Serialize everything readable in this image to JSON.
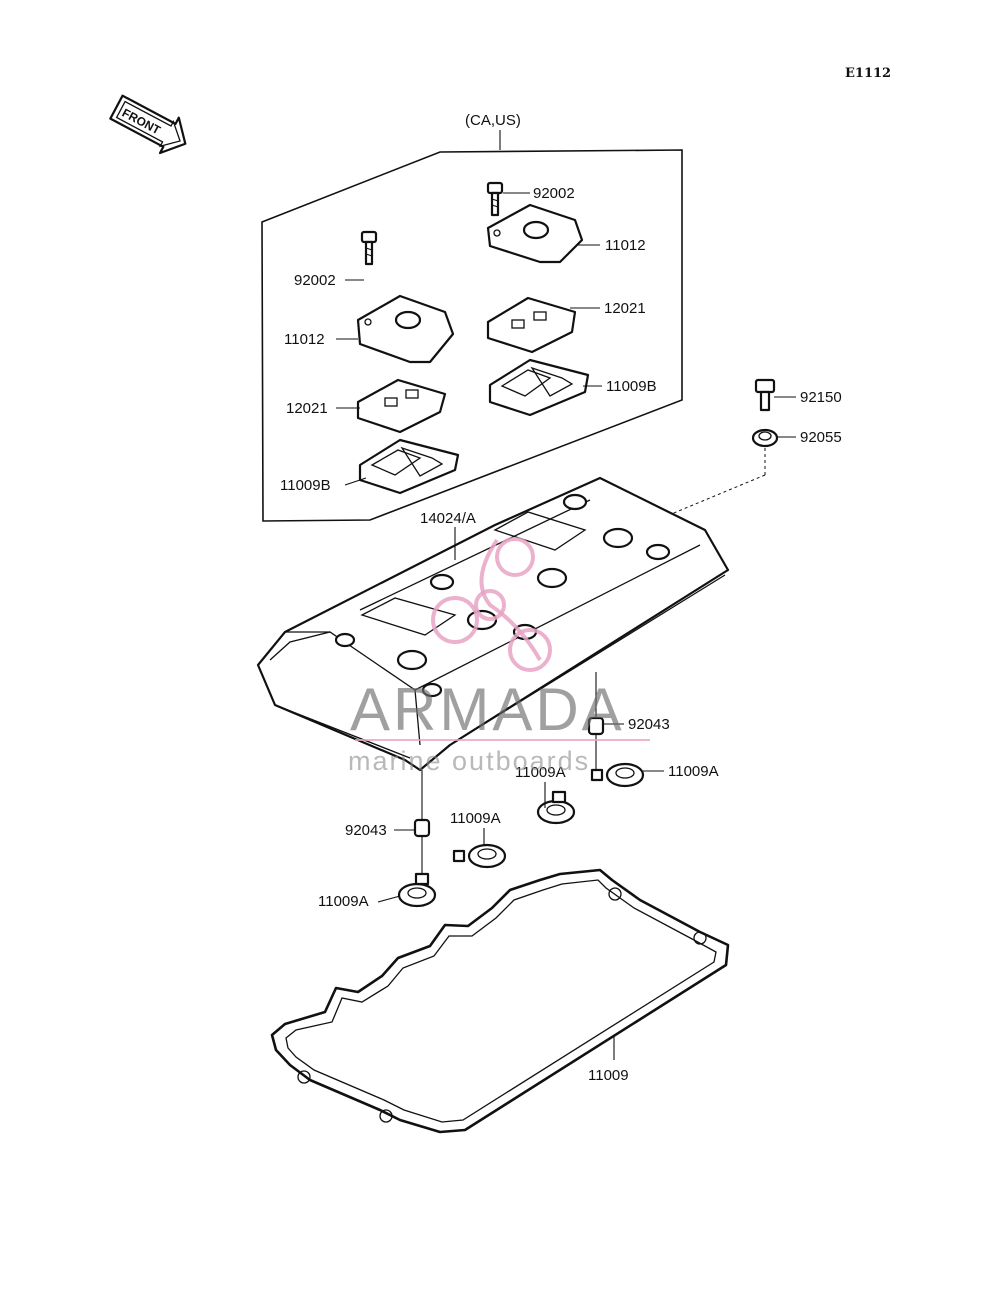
{
  "diagram": {
    "ref_code": "E1112",
    "front_arrow_label": "FRONT",
    "group_label": "(CA,US)",
    "callouts": {
      "c92002_a": "92002",
      "c11012_a": "11012",
      "c12021_a": "12021",
      "c11009b_a": "11009B",
      "c92002_b": "92002",
      "c11012_b": "11012",
      "c12021_b": "12021",
      "c11009b_b": "11009B",
      "c92150": "92150",
      "c92055": "92055",
      "c14024": "14024/A",
      "c92043_a": "92043",
      "c11009a_a": "11009A",
      "c11009a_b": "11009A",
      "c92043_b": "92043",
      "c11009a_c": "11009A",
      "c11009a_d": "11009A",
      "c11009": "11009"
    }
  },
  "watermark": {
    "brand": "ARMADA",
    "tagline": "marine outboards",
    "accent_color": "#e8a3c4",
    "text_color": "#6d6d6d"
  }
}
